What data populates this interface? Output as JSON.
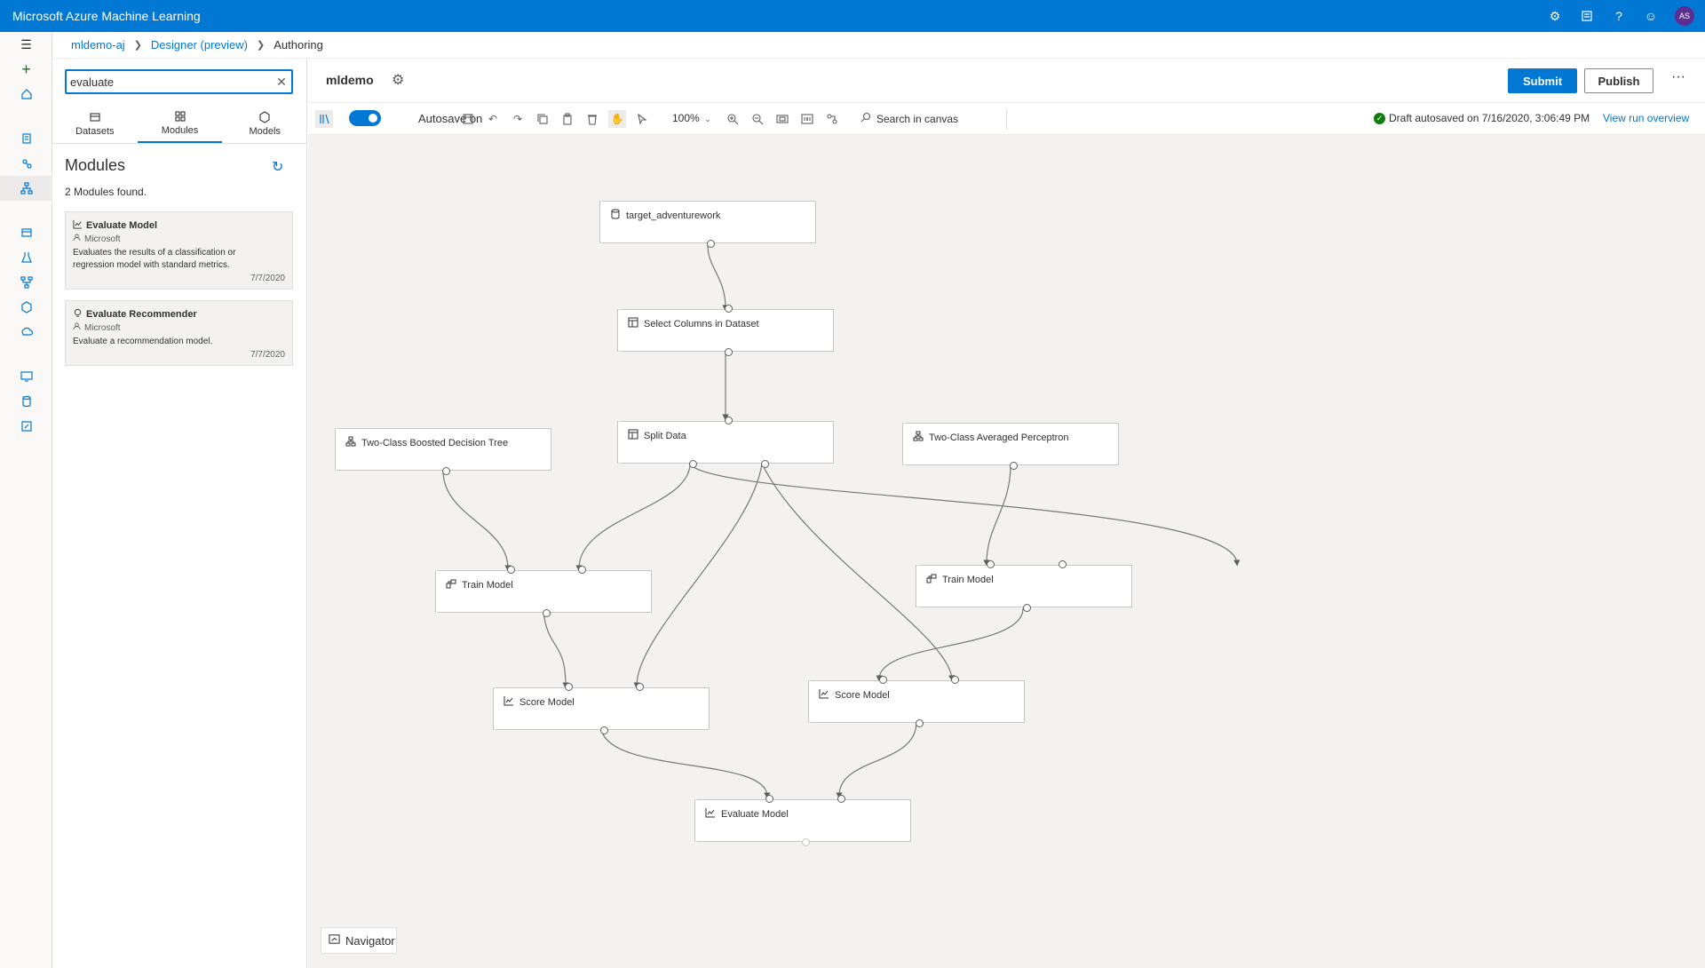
{
  "app": {
    "title": "Microsoft Azure Machine Learning",
    "avatar_initials": "AS"
  },
  "top_icons": [
    "gear-icon",
    "notes-icon",
    "help-icon",
    "smiley-icon"
  ],
  "rail": [
    "menu-icon",
    "plus-icon",
    "home-icon",
    "notebook-icon",
    "automl-icon",
    "designer-icon",
    "datasets-icon",
    "experiments-icon",
    "pipelines-icon",
    "models-icon",
    "endpoints-icon",
    "compute-icon",
    "datastores-icon",
    "labeling-icon"
  ],
  "breadcrumb": {
    "workspace": "mldemo-aj",
    "designer": "Designer (preview)",
    "current": "Authoring"
  },
  "left_panel": {
    "search_value": "evaluate",
    "tabs": [
      "Datasets",
      "Modules",
      "Models"
    ],
    "title": "Modules",
    "count_text": "2 Modules found.",
    "modules": [
      {
        "name": "Evaluate Model",
        "author": "Microsoft",
        "description": "Evaluates the results of a classification or regression model with standard metrics.",
        "date": "7/7/2020"
      },
      {
        "name": "Evaluate Recommender",
        "author": "Microsoft",
        "description": "Evaluate a recommendation model.",
        "date": "7/7/2020"
      }
    ]
  },
  "header": {
    "pipeline_name": "mldemo",
    "submit": "Submit",
    "publish": "Publish",
    "more": "···"
  },
  "toolbar": {
    "autosave_label": "Autosave on",
    "zoom": "100%",
    "search_placeholder": "Search in canvas",
    "draft_status": "Draft autosaved on 7/16/2020, 3:06:49 PM",
    "view_run": "View run overview"
  },
  "nodes": {
    "dataset": "target_adventurework",
    "select_columns": "Select Columns in Dataset",
    "split_data": "Split Data",
    "boosted_tree": "Two-Class Boosted Decision Tree",
    "averaged_perceptron": "Two-Class Averaged Perceptron",
    "train_model_1": "Train Model",
    "train_model_2": "Train Model",
    "score_model_1": "Score Model",
    "score_model_2": "Score Model",
    "evaluate_model": "Evaluate Model"
  },
  "navigator_label": "Navigator"
}
